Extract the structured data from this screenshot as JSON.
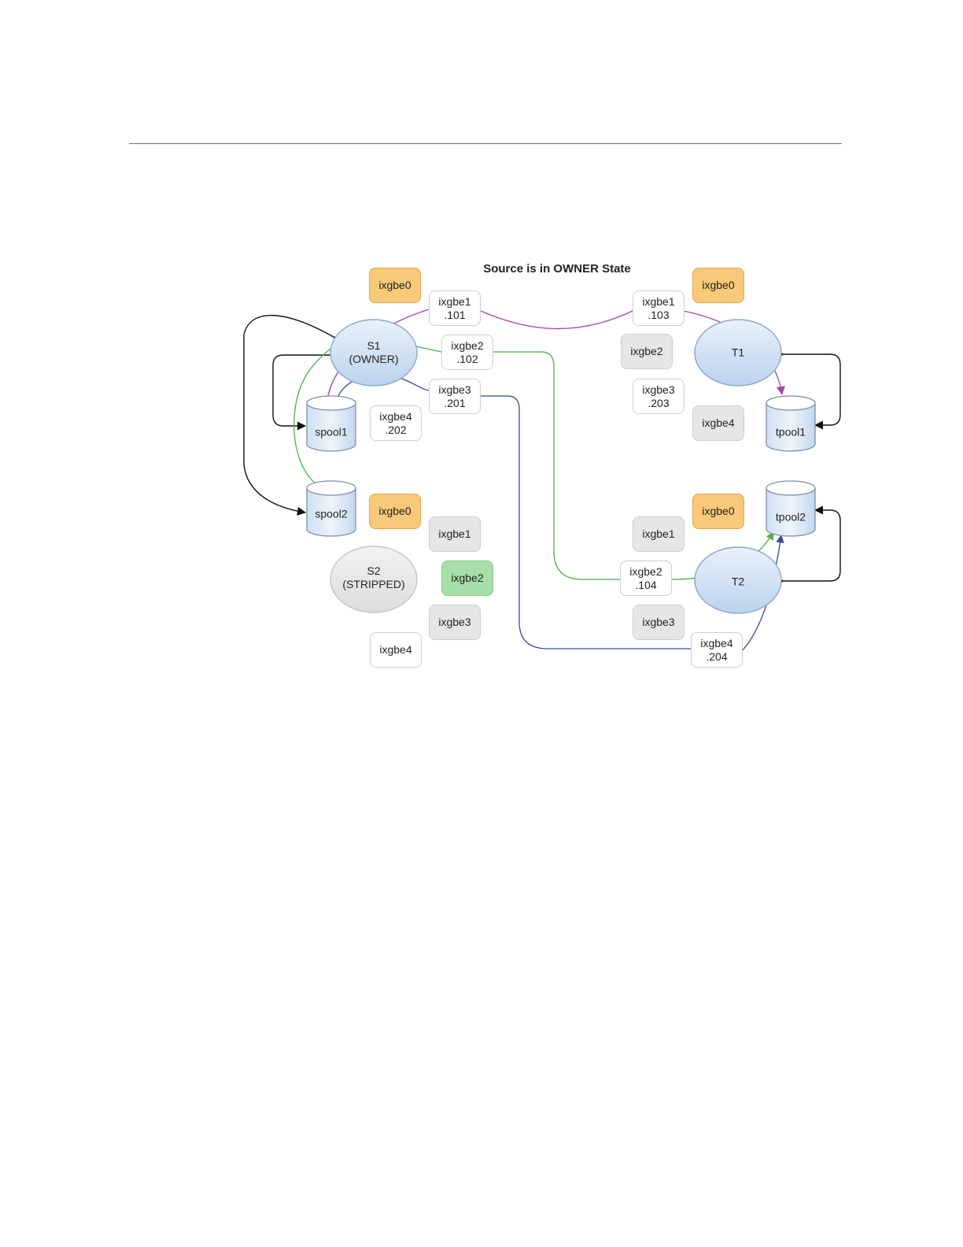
{
  "diagram": {
    "title": "Source is in OWNER State",
    "nodes": {
      "s1": "S1\n(OWNER)",
      "s2": "S2\n(STRIPPED)",
      "t1": "T1",
      "t2": "T2",
      "spool1": "spool1",
      "spool2": "spool2",
      "tpool1": "tpool1",
      "tpool2": "tpool2"
    },
    "ports": {
      "s1_ixgbe0": "ixgbe0",
      "s1_ixgbe1": "ixgbe1\n.101",
      "s1_ixgbe2": "ixgbe2\n.102",
      "s1_ixgbe3": "ixgbe3\n.201",
      "s1_ixgbe4": "ixgbe4\n.202",
      "t1_ixgbe0": "ixgbe0",
      "t1_ixgbe1": "ixgbe1\n.103",
      "t1_ixgbe2": "ixgbe2",
      "t1_ixgbe3": "ixgbe3\n.203",
      "t1_ixgbe4": "ixgbe4",
      "s2_ixgbe0": "ixgbe0",
      "s2_ixgbe1": "ixgbe1",
      "s2_ixgbe2": "ixgbe2",
      "s2_ixgbe3": "ixgbe3",
      "s2_ixgbe4": "ixgbe4",
      "t2_ixgbe0": "ixgbe0",
      "t2_ixgbe1": "ixgbe1",
      "t2_ixgbe2": "ixgbe2\n.104",
      "t2_ixgbe3": "ixgbe3",
      "t2_ixgbe4": "ixgbe4\n.204"
    },
    "colors": {
      "link_purple": "#a24aa8",
      "link_green": "#4cb04c",
      "link_blue": "#3a4a9a",
      "node_blue": "#d4e3f5",
      "node_gray": "#e8e8e8",
      "port_orange": "#f8c978",
      "port_gray": "#e6e6e6",
      "port_green": "#a6dfa7"
    }
  }
}
